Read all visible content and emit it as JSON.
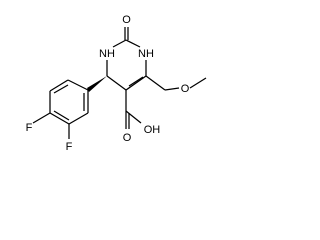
{
  "molecule": {
    "atoms": {
      "oxo_o": "O",
      "nh_left": "NH",
      "nh_right": "NH",
      "methoxy_o": "O",
      "acid_oh": "OH",
      "acid_o": "O",
      "fluoro_4": "F",
      "fluoro_3": "F"
    }
  },
  "colors": {
    "bond": "#000000",
    "label": "#000000",
    "background": "#ffffff"
  }
}
